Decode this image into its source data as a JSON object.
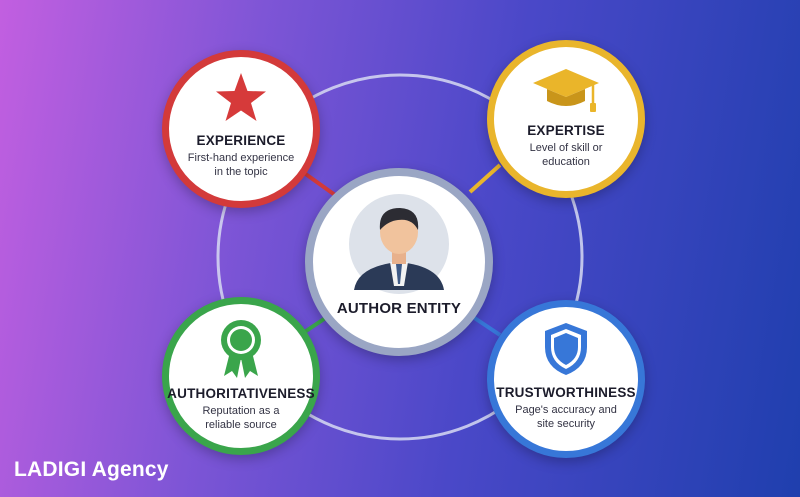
{
  "diagram": {
    "center": {
      "label": "AUTHOR ENTITY",
      "icon": "person-avatar-icon"
    },
    "nodes": {
      "experience": {
        "title": "EXPERIENCE",
        "desc": "First-hand experience in the topic",
        "icon": "star-icon",
        "color": "#d33a3a"
      },
      "expertise": {
        "title": "EXPERTISE",
        "desc": "Level of skill or education",
        "icon": "graduation-cap-icon",
        "color": "#e9b52c"
      },
      "authoritativeness": {
        "title": "AUTHORITATIVENESS",
        "desc": "Reputation as a reliable source",
        "icon": "award-ribbon-icon",
        "color": "#3aa54b"
      },
      "trustworthiness": {
        "title": "TRUSTWORTHINESS",
        "desc": "Page's accuracy and site security",
        "icon": "shield-icon",
        "color": "#3777d8"
      }
    }
  },
  "brand": {
    "label": "LADIGI Agency"
  }
}
